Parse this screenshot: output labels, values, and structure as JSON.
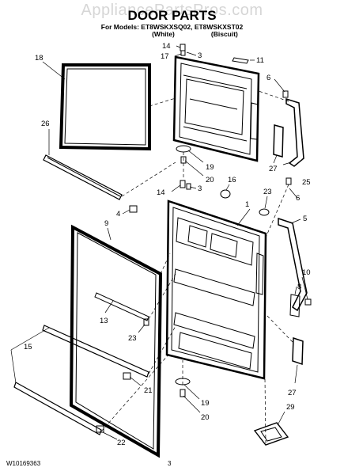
{
  "watermark": "AppliancePartsPros.com",
  "title": "DOOR PARTS",
  "models_line": "For Models: ET8WSKXSQ02, ET8WSKXST02",
  "variants": [
    "(White)",
    "(Biscuit)"
  ],
  "footer": {
    "doc_id": "W10169363",
    "page": "3"
  },
  "callouts": [
    "1",
    "3",
    "3",
    "4",
    "5",
    "6",
    "6",
    "8",
    "9",
    "10",
    "11",
    "13",
    "14",
    "14",
    "15",
    "16",
    "17",
    "18",
    "19",
    "19",
    "20",
    "20",
    "21",
    "22",
    "23",
    "23",
    "25",
    "26",
    "27",
    "27",
    "29"
  ]
}
